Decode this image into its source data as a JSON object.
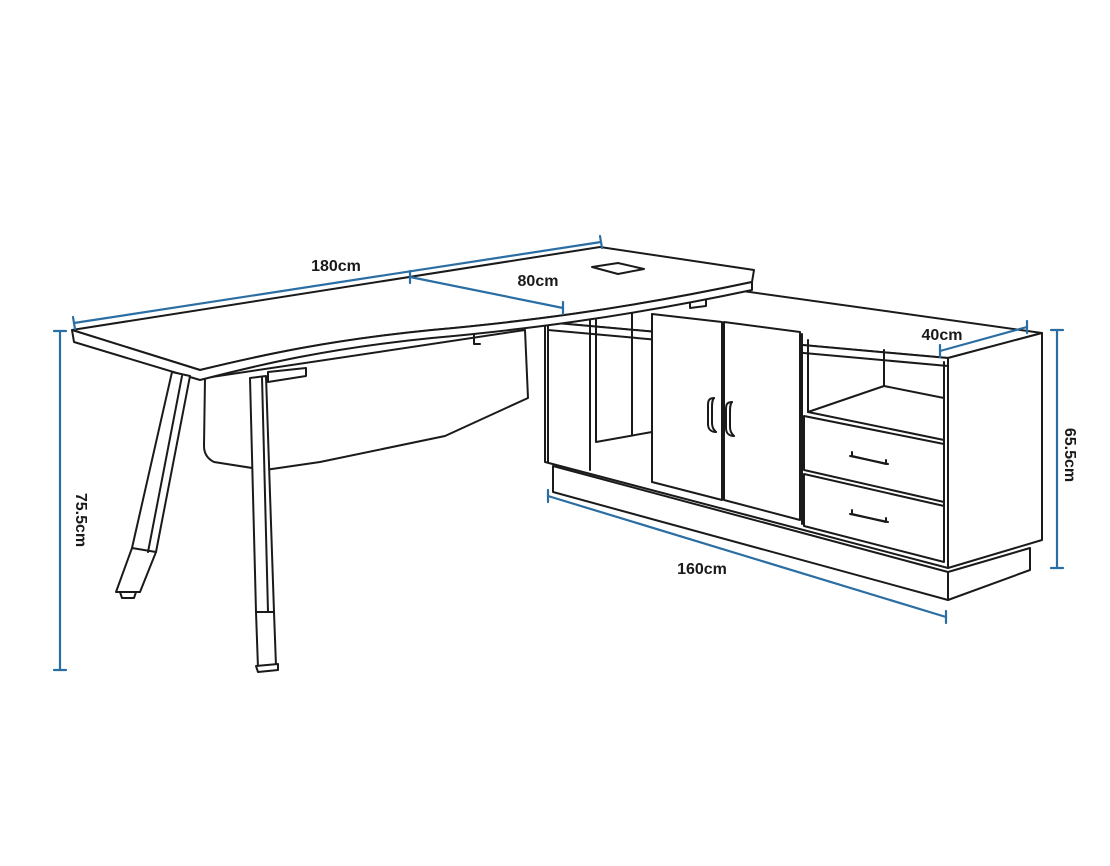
{
  "dimensions": {
    "desk_length": "180cm",
    "desk_depth": "80cm",
    "desk_height": "75.5cm",
    "cabinet_length": "160cm",
    "cabinet_depth": "40cm",
    "cabinet_height": "65.5cm"
  },
  "colors": {
    "dimension_line": "#2b6ea3",
    "outline": "#1a1a1a",
    "background": "#ffffff"
  }
}
